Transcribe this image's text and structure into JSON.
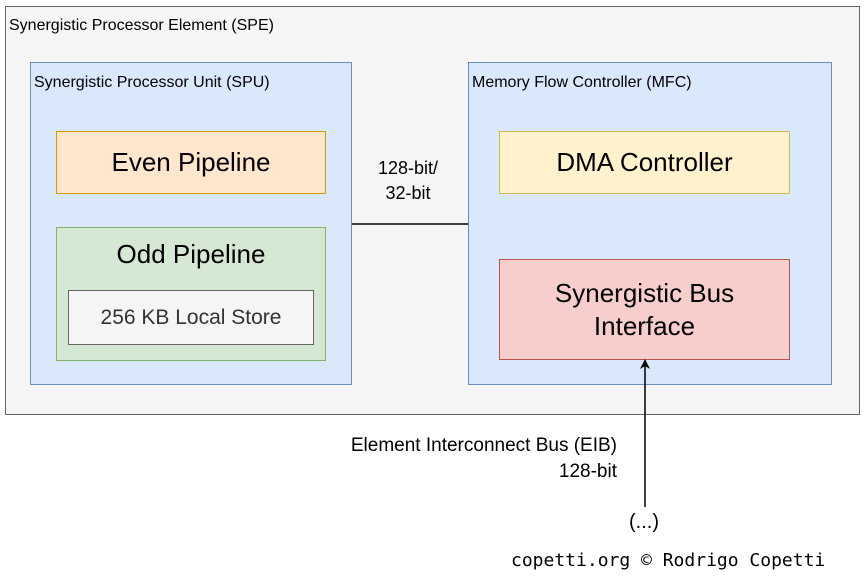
{
  "spe": {
    "title": "Synergistic Processor Element (SPE)"
  },
  "spu": {
    "title": "Synergistic Processor Unit (SPU)",
    "even_pipeline": "Even Pipeline",
    "odd_pipeline": "Odd Pipeline",
    "local_store": "256 KB Local Store"
  },
  "mfc": {
    "title": "Memory Flow Controller (MFC)",
    "dma_controller": "DMA Controller",
    "bus_interface_line1": "Synergistic Bus",
    "bus_interface_line2": "Interface"
  },
  "link": {
    "line1": "128-bit/",
    "line2": "32-bit"
  },
  "eib": {
    "line1": "Element Interconnect Bus (EIB)",
    "line2": "128-bit"
  },
  "ellipsis": "(...)",
  "credit": "copetti.org © Rodrigo Copetti",
  "colors": {
    "spe_fill": "#f5f5f5",
    "group_fill": "#dae8fc",
    "even_fill": "#ffe6cc",
    "odd_fill": "#d5e8d4",
    "dma_fill": "#fff2cc",
    "sbi_fill": "#f8cecc"
  }
}
